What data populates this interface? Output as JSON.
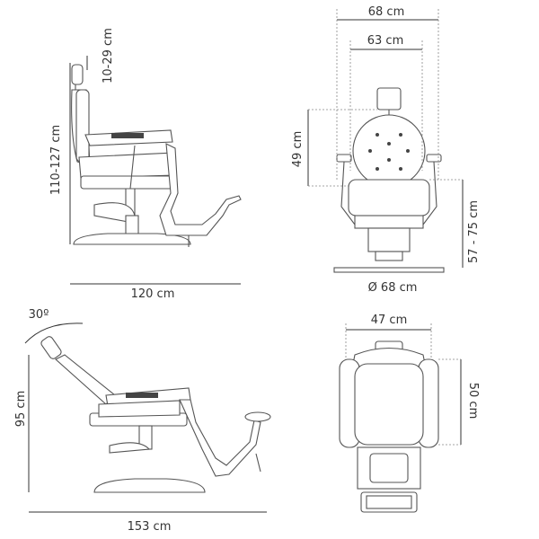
{
  "views": {
    "side": {
      "height_label": "110-127 cm",
      "headrest_label": "10-29 cm",
      "length_label": "120 cm"
    },
    "front": {
      "outer_width_label": "68 cm",
      "inner_width_label": "63 cm",
      "back_height_label": "49 cm",
      "seat_height_label": "57 - 75 cm",
      "base_diameter_label": "Ø 68 cm"
    },
    "reclined": {
      "angle_label": "30º",
      "height_label": "95 cm",
      "length_label": "153 cm"
    },
    "top": {
      "width_label": "47 cm",
      "depth_label": "50 cm"
    }
  }
}
